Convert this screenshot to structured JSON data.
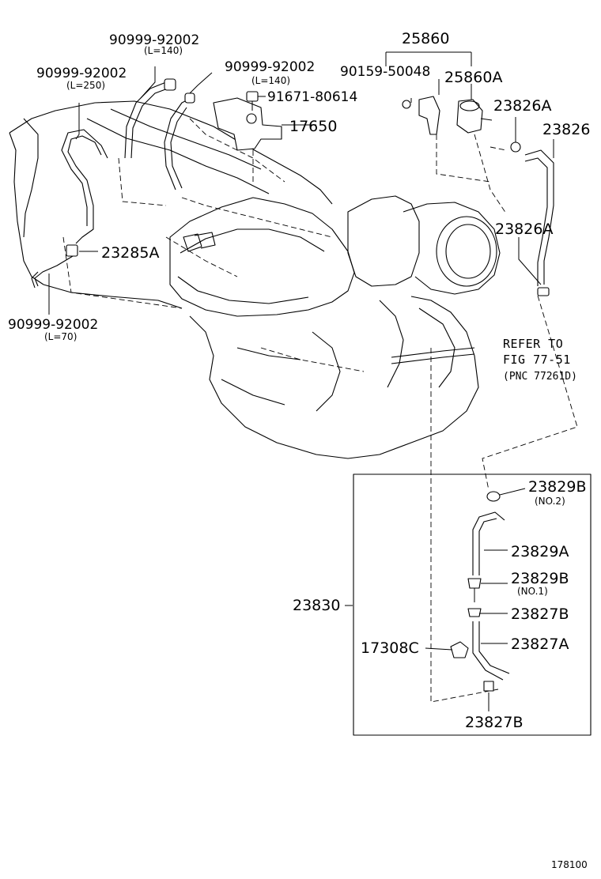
{
  "figure_number": "178100",
  "labels": {
    "p_90999_92002_top": "90999-92002",
    "p_l140_top": "(L=140)",
    "p_90999_92002_left": "90999-92002",
    "p_l250": "(L=250)",
    "p_90999_92002_mid": "90999-92002",
    "p_l140_mid": "(L=140)",
    "p_91671_80614": "91671-80614",
    "p_17650": "17650",
    "p_25860": "25860",
    "p_90159_50048": "90159-50048",
    "p_25860a": "25860A",
    "p_23826a_top": "23826A",
    "p_23826": "23826",
    "p_23285a": "23285A",
    "p_23826a_mid": "23826A",
    "p_90999_92002_bottom": "90999-92002",
    "p_l70": "(L=70)",
    "ref_line1": "REFER TO",
    "ref_line2": "FIG 77-51",
    "ref_line3": "(PNC 77261D)",
    "p_23829b_top": "23829B",
    "p_no2": "(NO.2)",
    "p_23829a": "23829A",
    "p_23829b_mid": "23829B",
    "p_no1": "(NO.1)",
    "p_23830": "23830",
    "p_23827b_top": "23827B",
    "p_17308c": "17308C",
    "p_23827a": "23827A",
    "p_23827b_bottom": "23827B"
  }
}
